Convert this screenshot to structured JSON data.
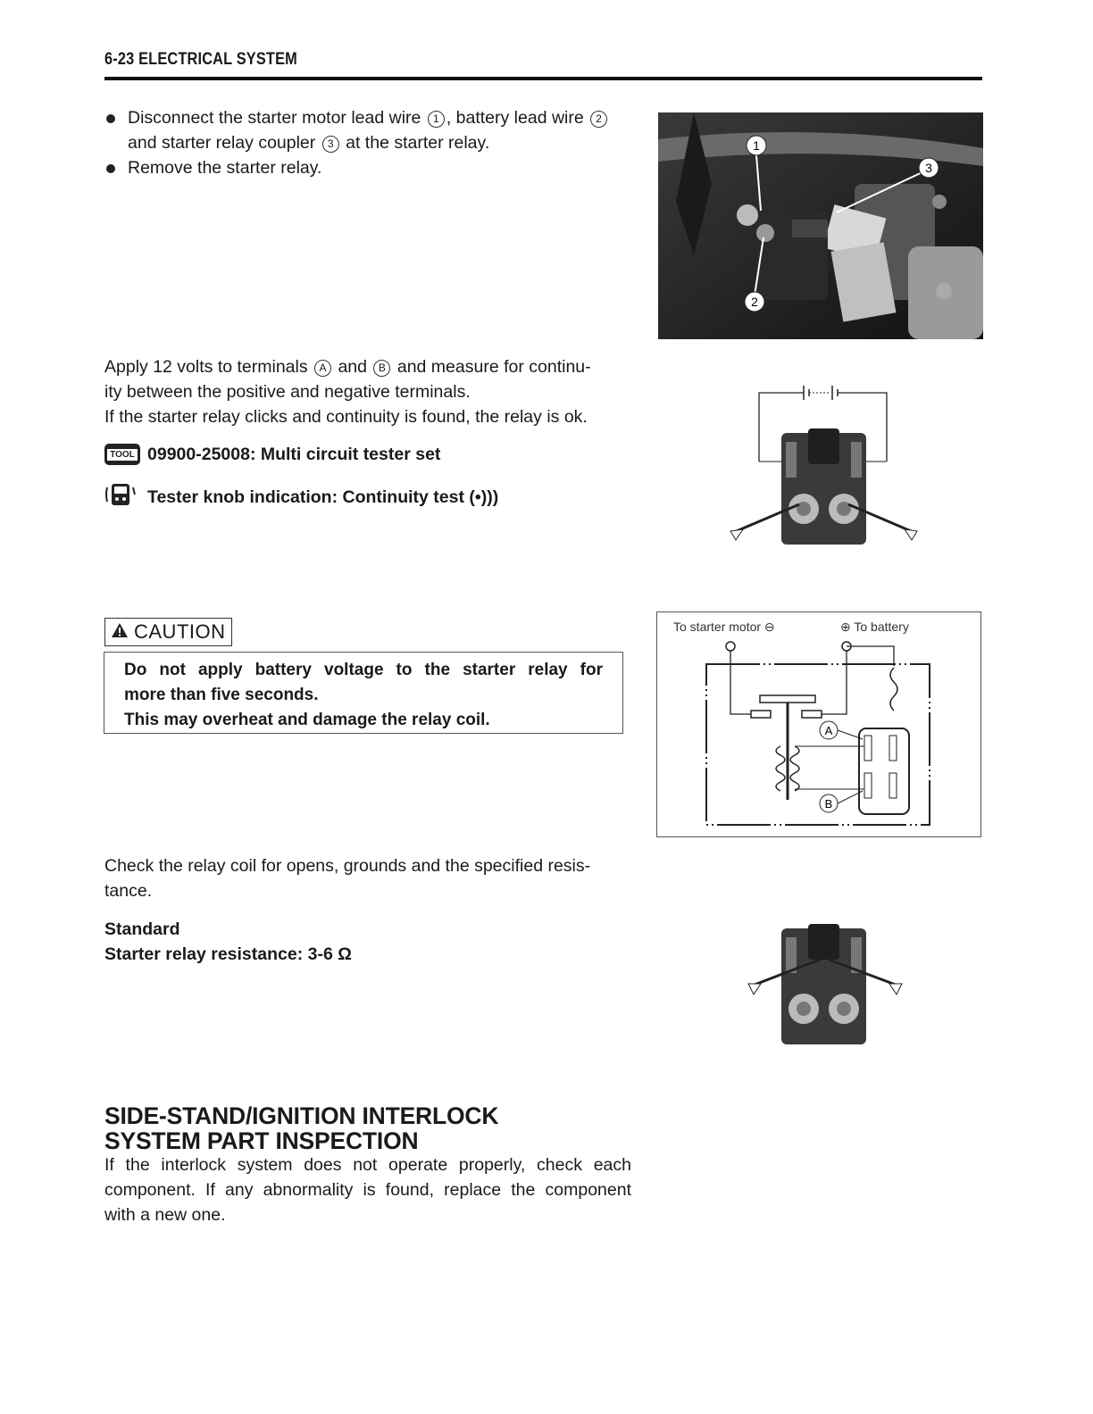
{
  "header": {
    "text": "6-23  ELECTRICAL SYSTEM"
  },
  "step1": {
    "bullet1": {
      "pre": "Disconnect the starter motor lead wire",
      "c1": "1",
      "mid": ", battery lead wire",
      "c2": "2",
      "line2_pre": "and starter relay coupler",
      "c3": "3",
      "line2_post": "at the starter relay."
    },
    "bullet2": "Remove the starter relay."
  },
  "photo1": {
    "callouts": [
      "1",
      "2",
      "3"
    ]
  },
  "step2": {
    "line1_pre": "Apply 12 volts to terminals",
    "termA": "A",
    "and": "and",
    "termB": "B",
    "line1_post": "and measure for continu-",
    "line2": "ity between the positive and negative terminals.",
    "line3": "If the starter relay clicks and continuity is found, the relay is ok."
  },
  "tool": {
    "icon_label": "TOOL",
    "text": "09900-25008:  Multi circuit tester set"
  },
  "tester": {
    "text": "Tester knob indication: Continuity test (•)))"
  },
  "caution": {
    "label": "CAUTION",
    "lines": [
      "Do not apply battery voltage to the starter relay for",
      "more than five seconds.",
      "This may overheat and damage the relay coil."
    ]
  },
  "diagram": {
    "left_label": "To starter motor ⊖",
    "right_label": "⊕ To battery",
    "term_a": "A",
    "term_b": "B"
  },
  "step3": {
    "line1": "Check the relay coil for opens, grounds and the specified resis-",
    "line2": "tance."
  },
  "standard": {
    "label": "Standard",
    "value": "Starter relay resistance: 3-6 Ω"
  },
  "section": {
    "title_line1": "SIDE-STAND/IGNITION INTERLOCK",
    "title_line2": "SYSTEM PART INSPECTION",
    "lines": [
      "If the interlock system does not operate properly, check each",
      "component. If any abnormality is found, replace the component",
      "with a new one."
    ]
  }
}
